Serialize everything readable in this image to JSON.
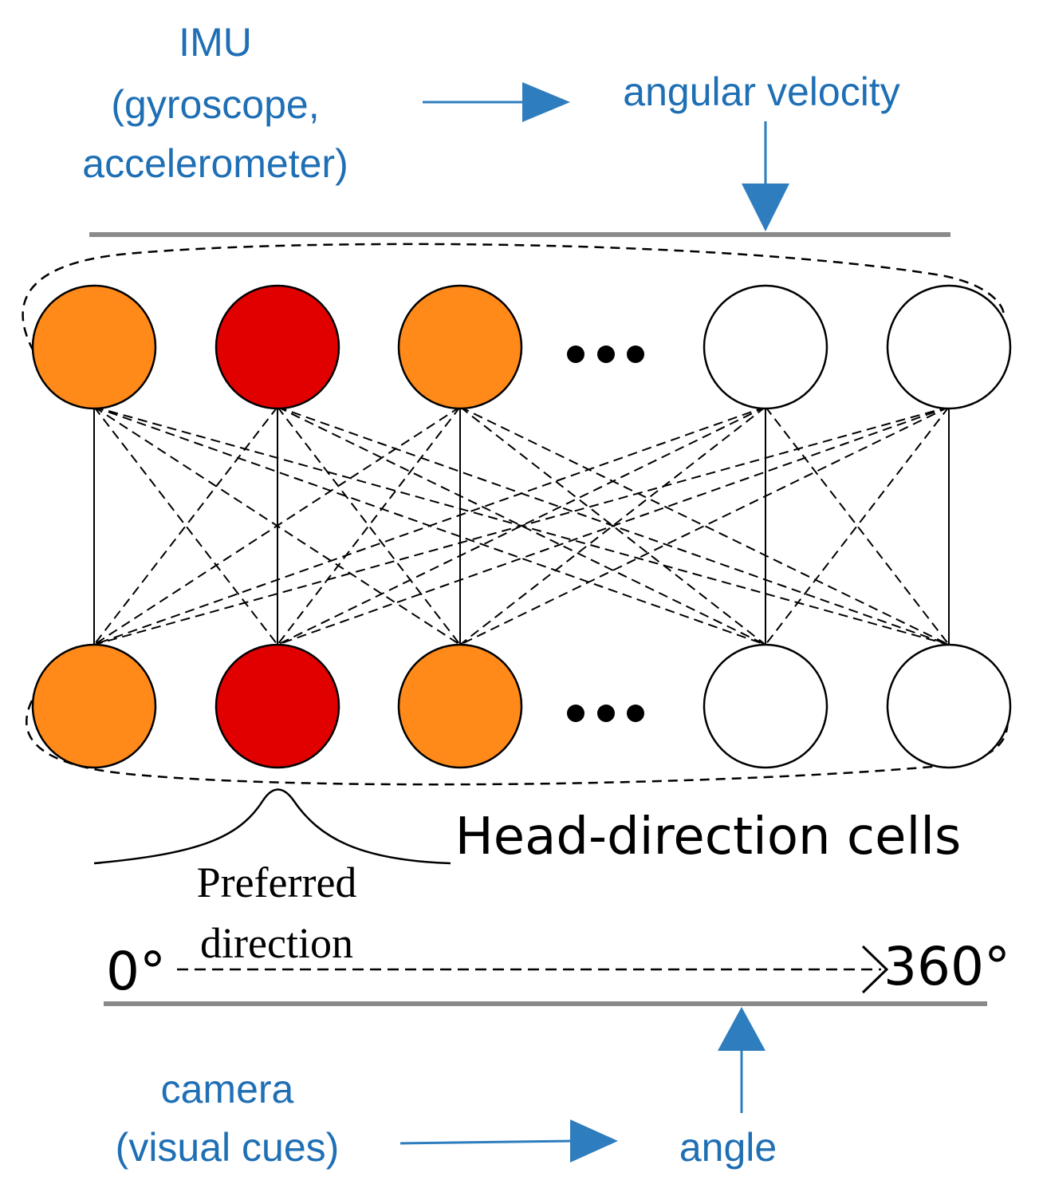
{
  "colors": {
    "blue": "#1f6fb5",
    "arrow_blue": "#2e7dbe",
    "rail_gray": "#8a8a8a",
    "orange": "#ff8a1a",
    "red": "#e10000",
    "white": "#ffffff"
  },
  "imu": {
    "line1": "IMU",
    "line2": "(gyroscope,",
    "line3": "accelerometer)"
  },
  "angular_velocity": "angular velocity",
  "camera": {
    "line1": "camera",
    "line2": "(visual cues)"
  },
  "angle": "angle",
  "cells_title": "Head-direction cells",
  "preferred": {
    "line1": "Preferred",
    "line2": "direction"
  },
  "scale": {
    "start": "0°",
    "end": "360°"
  },
  "ellipsis": "•••",
  "neurons": {
    "top_layer": [
      "orange",
      "red",
      "orange",
      "ellipsis",
      "white",
      "white"
    ],
    "bottom_layer": [
      "orange",
      "red",
      "orange",
      "ellipsis",
      "white",
      "white"
    ]
  }
}
